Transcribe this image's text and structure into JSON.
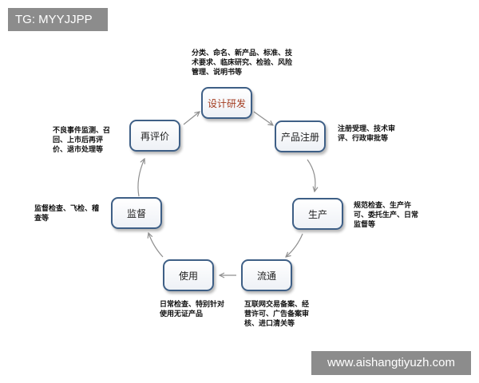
{
  "tag_label": "TG: MYYJJPP",
  "watermark": "www.aishangtiyuzh.com",
  "colors": {
    "node_border": "#3e5f86",
    "highlight_text": "#a33b1f",
    "arrow": "#8f8f8f"
  },
  "nodes": {
    "design": "设计研发",
    "registration": "产品注册",
    "production": "生产",
    "circulation": "流通",
    "usage": "使用",
    "supervision": "监督",
    "reevaluation": "再评价"
  },
  "notes": {
    "design": [
      "分类、命名、新产品、标准、技",
      "术要求、临床研究、检验、风险",
      "管理、说明书等"
    ],
    "registration": [
      "注册受理、技术审",
      "评、行政审批等"
    ],
    "production": [
      "规范检查、生产许",
      "可、委托生产、日常",
      "监督等"
    ],
    "circulation": [
      "互联网交易备案、经",
      "营许可、广告备案审",
      "核、进口清关等"
    ],
    "usage": [
      "日常检查、特别针对",
      "使用无证产品"
    ],
    "supervision": [
      "监督检查、飞检、稽",
      "查等"
    ],
    "reevaluation": [
      "不良事件监测、召",
      "回、上市后再评",
      "价、退市处理等"
    ]
  }
}
